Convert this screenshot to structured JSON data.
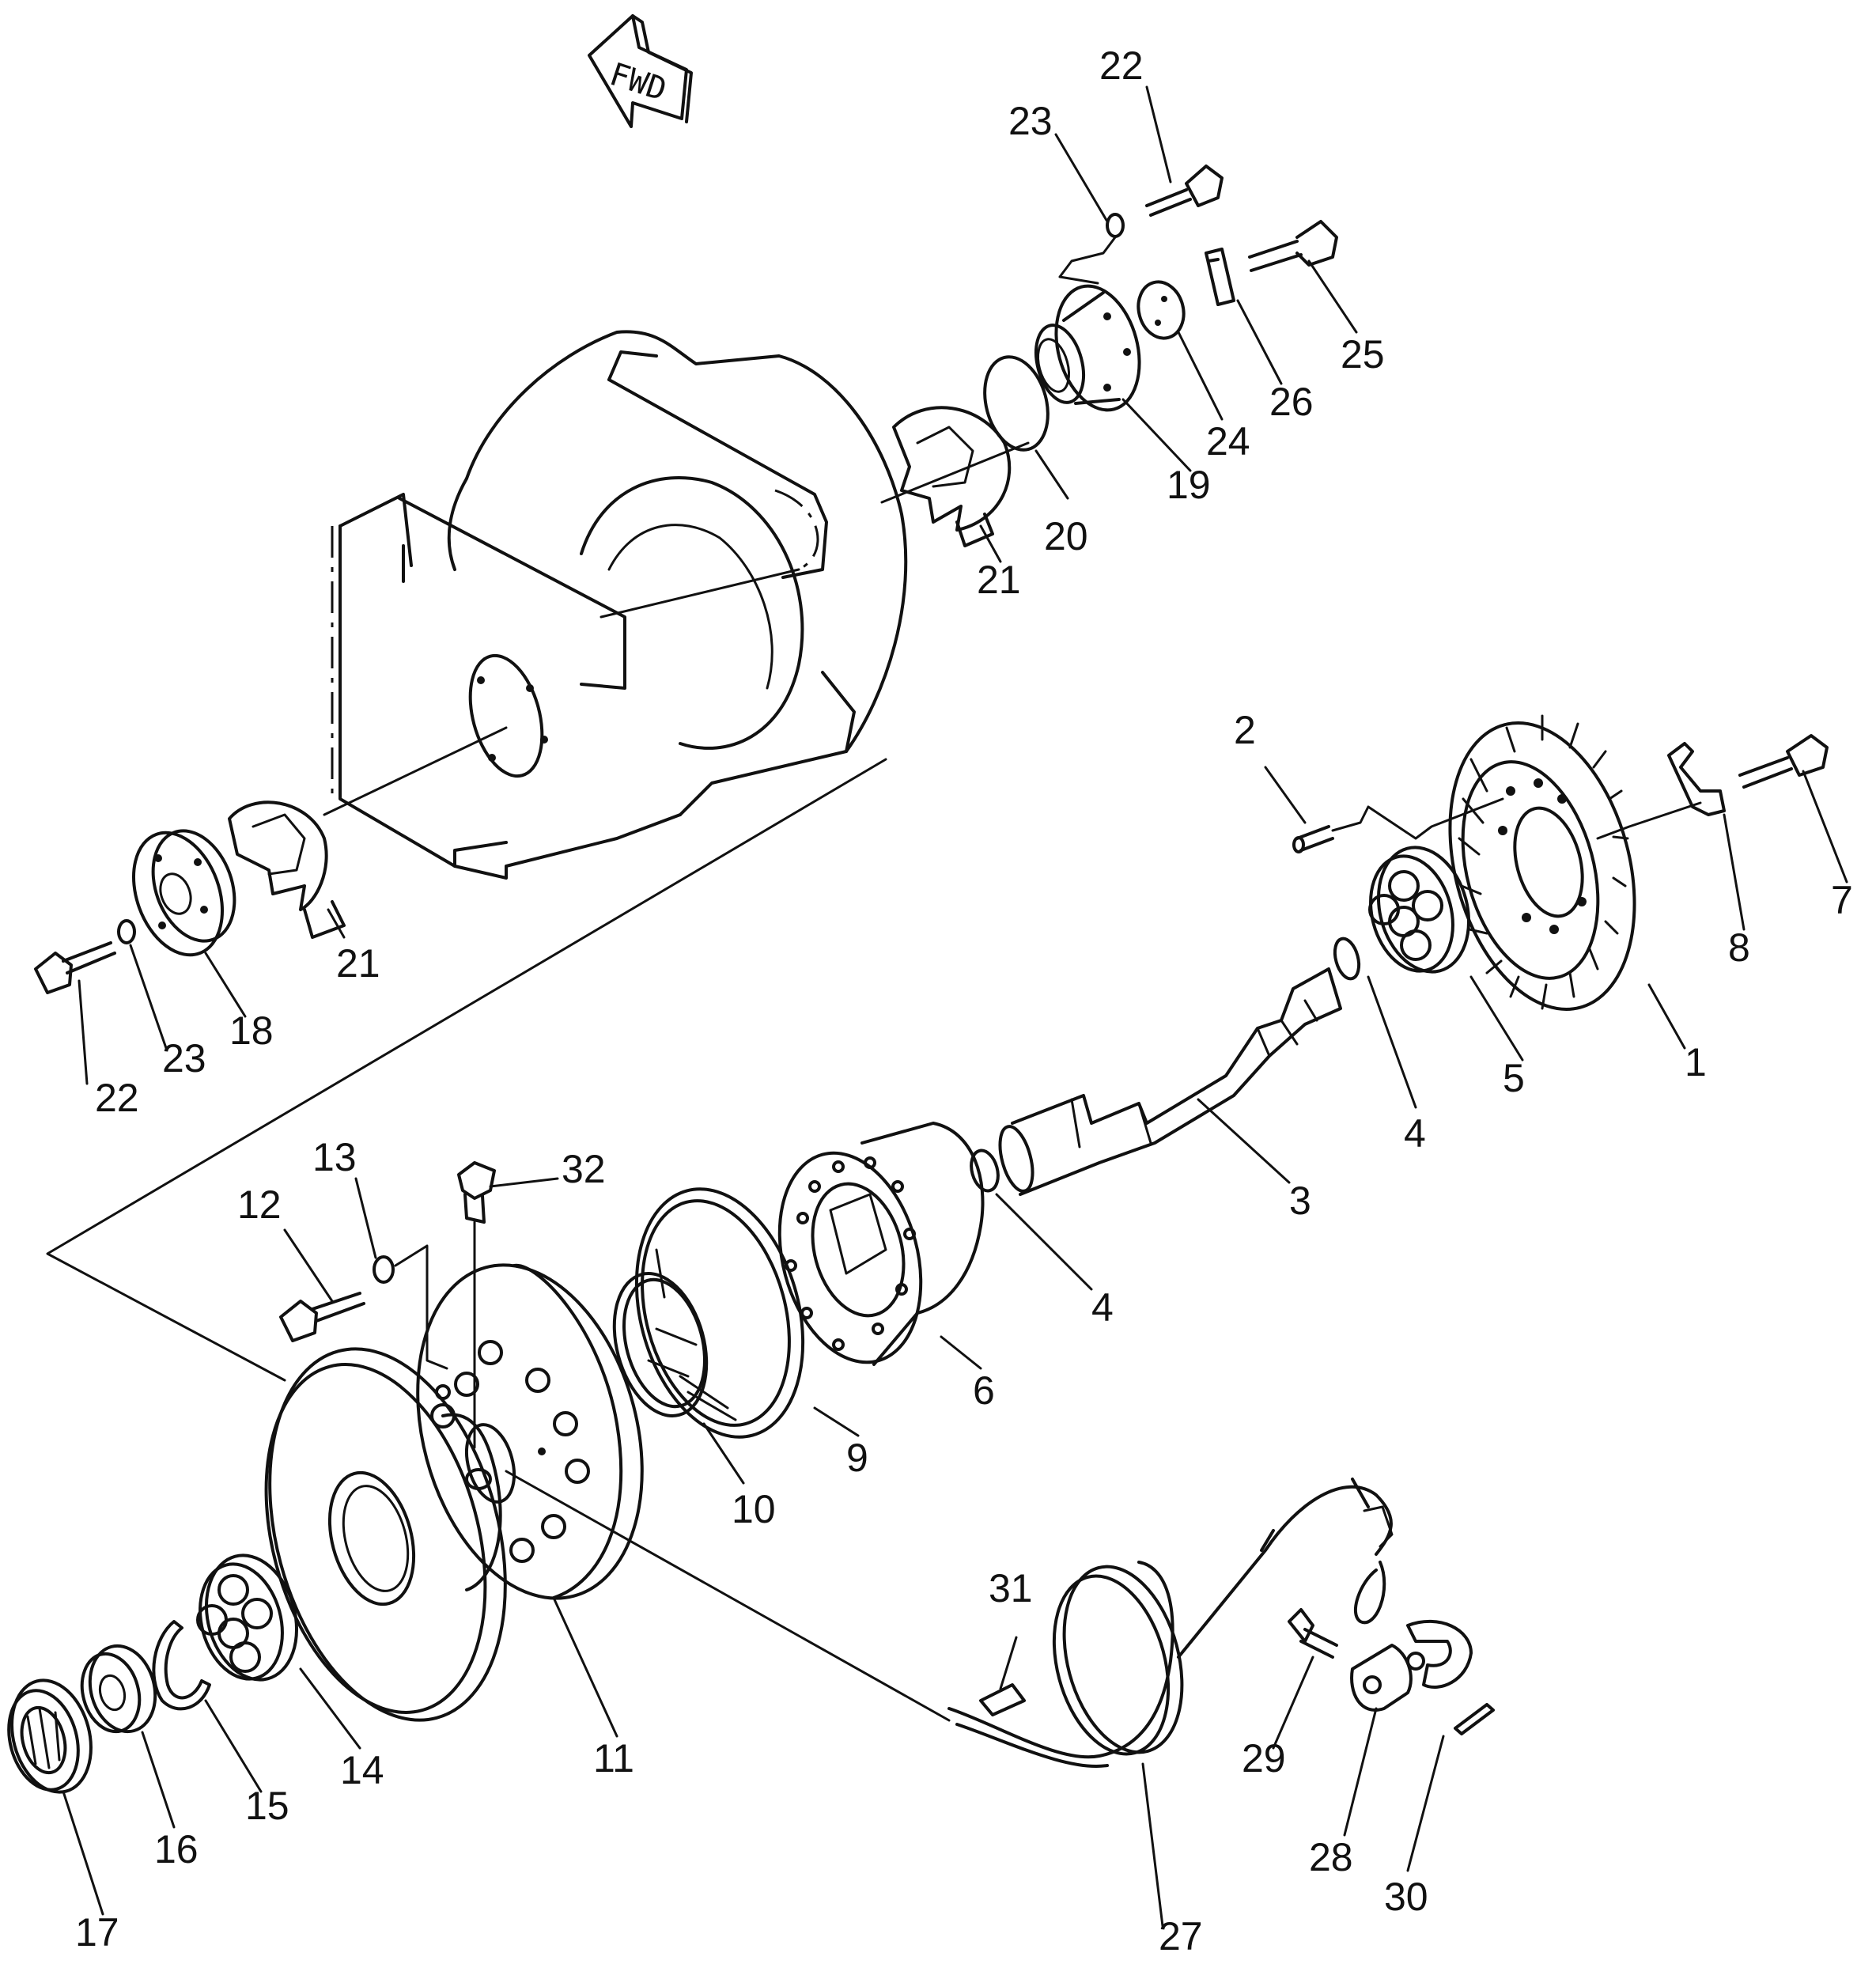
{
  "direction_marker": {
    "label": "FWD"
  },
  "callouts": [
    {
      "id": "1",
      "label": "1"
    },
    {
      "id": "2",
      "label": "2"
    },
    {
      "id": "3",
      "label": "3"
    },
    {
      "id": "4a",
      "label": "4"
    },
    {
      "id": "4b",
      "label": "4"
    },
    {
      "id": "5",
      "label": "5"
    },
    {
      "id": "6",
      "label": "6"
    },
    {
      "id": "7",
      "label": "7"
    },
    {
      "id": "8",
      "label": "8"
    },
    {
      "id": "9",
      "label": "9"
    },
    {
      "id": "10",
      "label": "10"
    },
    {
      "id": "11",
      "label": "11"
    },
    {
      "id": "12",
      "label": "12"
    },
    {
      "id": "13",
      "label": "13"
    },
    {
      "id": "14",
      "label": "14"
    },
    {
      "id": "15",
      "label": "15"
    },
    {
      "id": "16",
      "label": "16"
    },
    {
      "id": "17",
      "label": "17"
    },
    {
      "id": "18",
      "label": "18"
    },
    {
      "id": "19",
      "label": "19"
    },
    {
      "id": "20",
      "label": "20"
    },
    {
      "id": "21a",
      "label": "21"
    },
    {
      "id": "21b",
      "label": "21"
    },
    {
      "id": "22a",
      "label": "22"
    },
    {
      "id": "22b",
      "label": "22"
    },
    {
      "id": "23a",
      "label": "23"
    },
    {
      "id": "23b",
      "label": "23"
    },
    {
      "id": "24",
      "label": "24"
    },
    {
      "id": "25",
      "label": "25"
    },
    {
      "id": "26",
      "label": "26"
    },
    {
      "id": "27",
      "label": "27"
    },
    {
      "id": "28",
      "label": "28"
    },
    {
      "id": "29",
      "label": "29"
    },
    {
      "id": "30",
      "label": "30"
    },
    {
      "id": "31",
      "label": "31"
    },
    {
      "id": "32",
      "label": "32"
    }
  ]
}
